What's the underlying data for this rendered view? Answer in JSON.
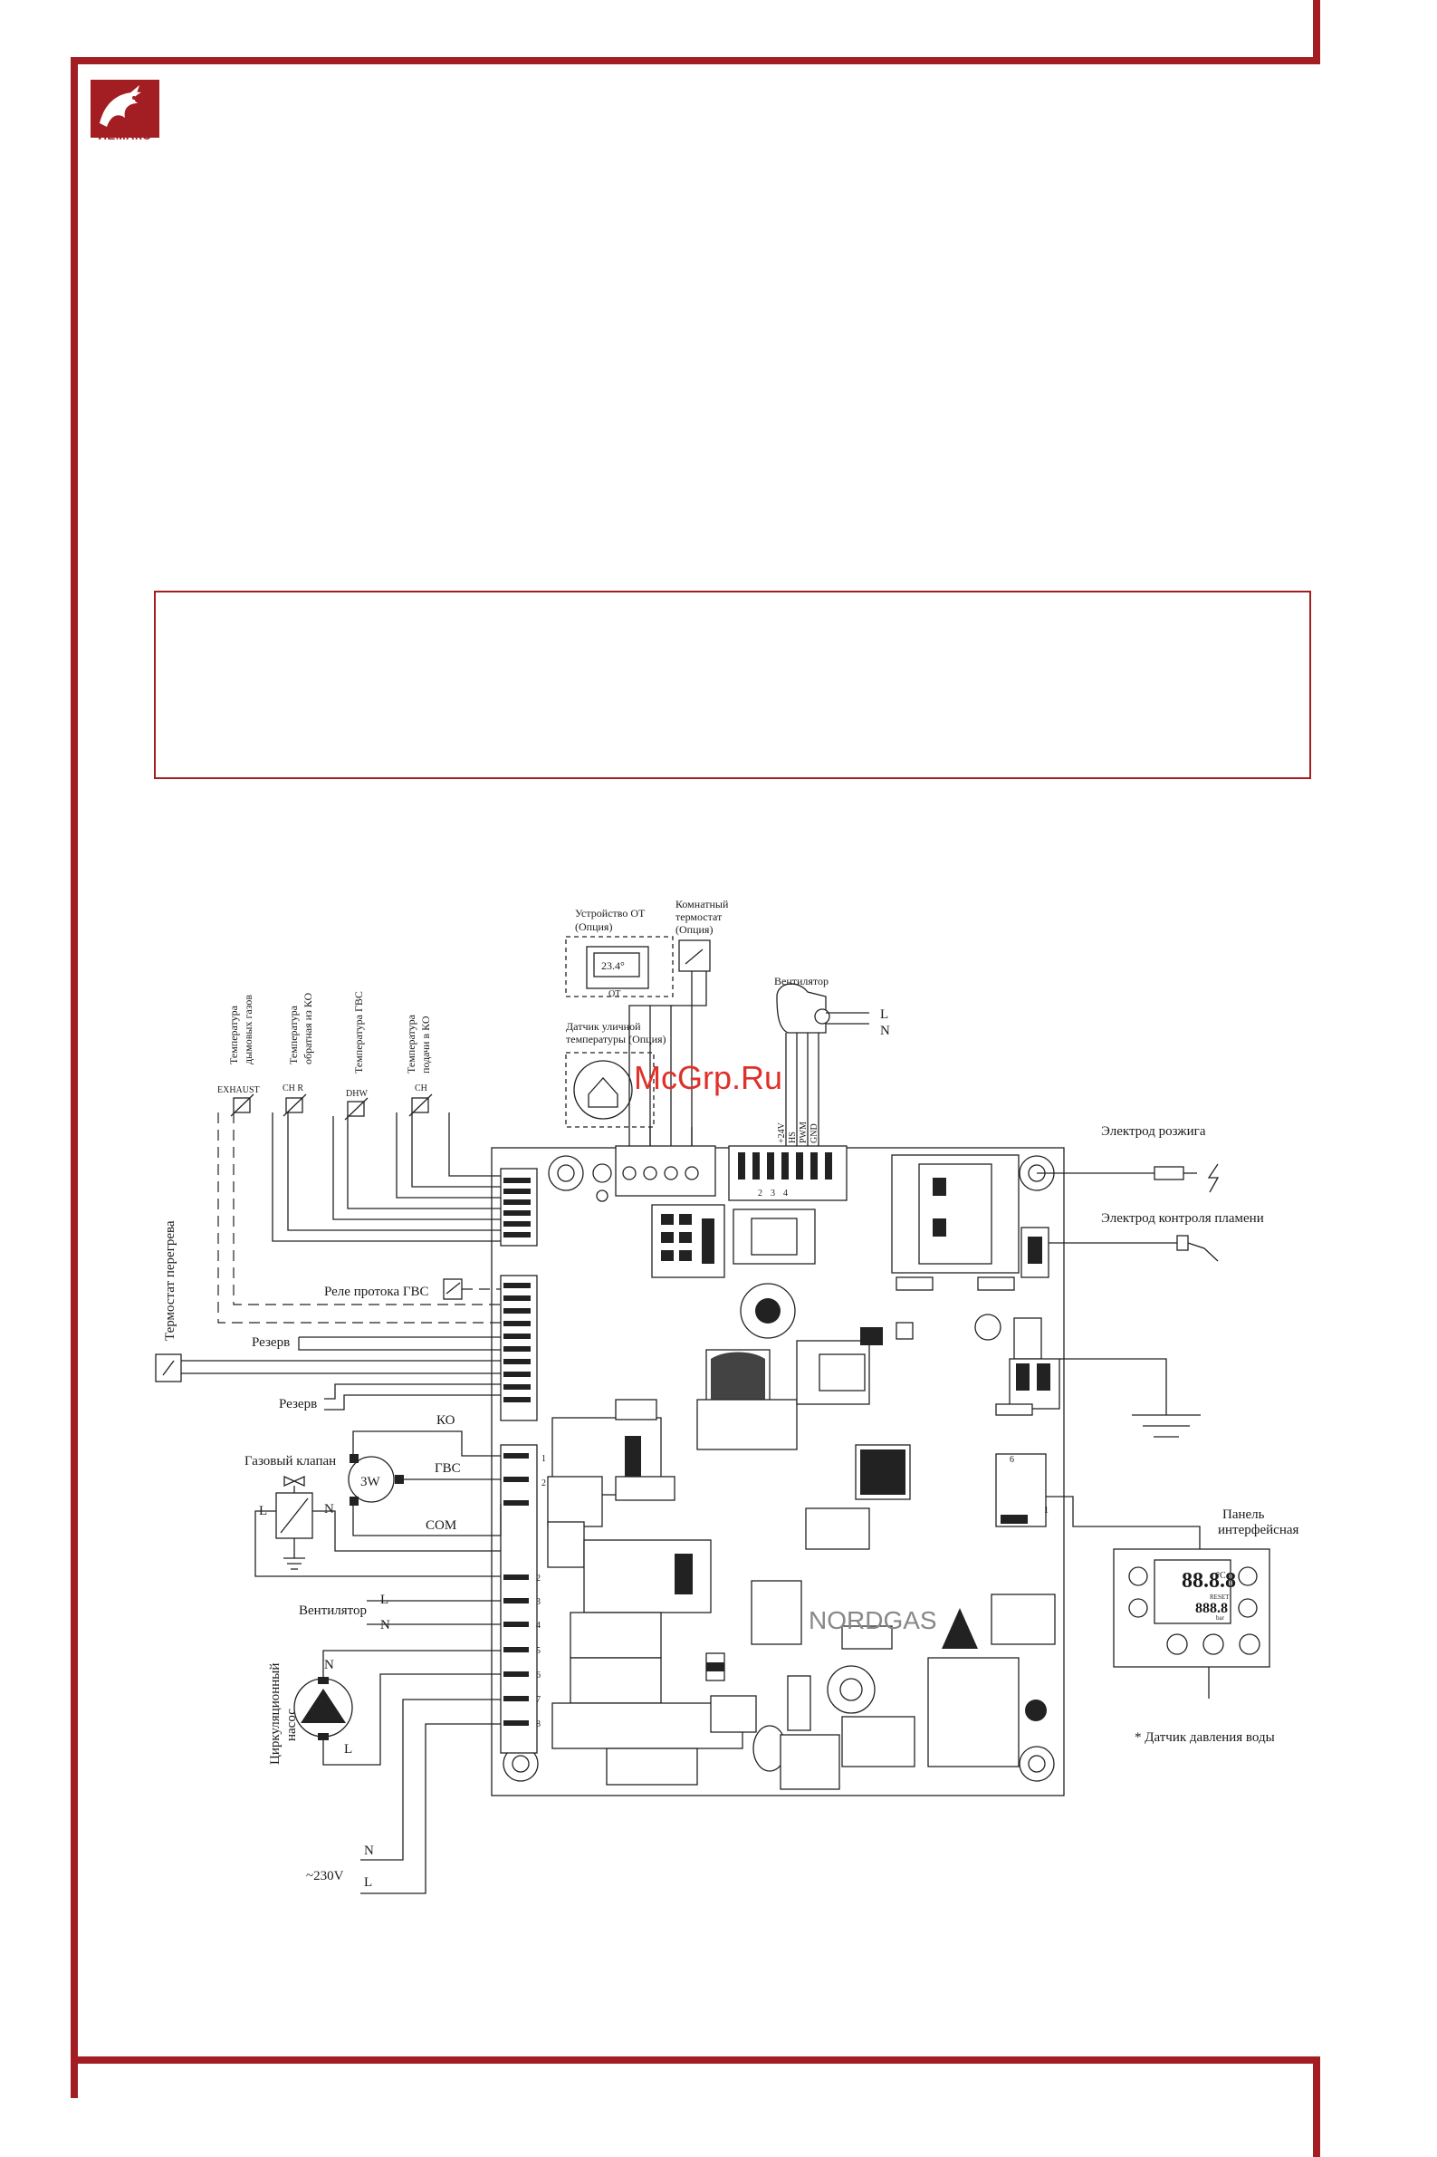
{
  "brand": {
    "name": "ЛЕМАКС",
    "accent": "#a31e22"
  },
  "watermark": "McGrp.Ru",
  "board_name": "NORDGAS",
  "top_devices": {
    "ot_device": [
      "Устройство ОТ",
      "(Опция)"
    ],
    "room_thermostat": [
      "Комнатный",
      "термостат",
      "(Опция)"
    ],
    "outdoor_sensor": [
      "Датчик уличной",
      "температуры (Опция)"
    ],
    "fan_top": "Вентилятор",
    "fan_L": "L",
    "fan_N": "N",
    "fan_pins": [
      "+24V",
      "HS",
      "PWM",
      "GND"
    ],
    "ot_screen": "23.4°",
    "ot_mark": "OT"
  },
  "sensors": {
    "exhaust": {
      "label": [
        "Температура",
        "дымовых газов"
      ],
      "code": "EXHAUST"
    },
    "ch_return": {
      "label": [
        "Температура",
        "обратная из КО"
      ],
      "code": "CH R"
    },
    "dhw": {
      "label": [
        "Температура ГВС"
      ],
      "code": "DHW"
    },
    "ch_supply": {
      "label": [
        "Температура",
        "подачи в КО"
      ],
      "code": "CH"
    }
  },
  "left_labels": {
    "overheat": "Термостат перегрева",
    "dhw_relay": "Реле протока ГВС",
    "reserve1": "Резерв",
    "reserve2": "Резерв",
    "ko": "КО",
    "gvs": "ГВС",
    "com": "COM",
    "valve3w": "3W",
    "gas_valve": "Газовый клапан",
    "gv_L": "L",
    "gv_N": "N",
    "fan": "Вентилятор",
    "fan_L": "L",
    "fan_N": "N",
    "pump": [
      "Циркуляционный",
      "насос"
    ],
    "pump_N": "N",
    "pump_L": "L",
    "mains": "~230V",
    "mains_N": "N",
    "mains_L": "L"
  },
  "right_labels": {
    "ignition": "Электрод розжига",
    "flame": "Электрод контроля пламени",
    "panel": [
      "Панель",
      "интерфейсная"
    ],
    "pressure": "* Датчик давления воды",
    "panel_display": "88.8.8",
    "panel_display_small": "888.8",
    "panel_reset": "RESET",
    "panel_units": "°C",
    "panel_bar": "bar"
  },
  "pin_numbers": [
    "1",
    "2",
    "3",
    "4",
    "5",
    "6",
    "7",
    "8"
  ],
  "connector_small": [
    "2",
    "3",
    "4"
  ]
}
